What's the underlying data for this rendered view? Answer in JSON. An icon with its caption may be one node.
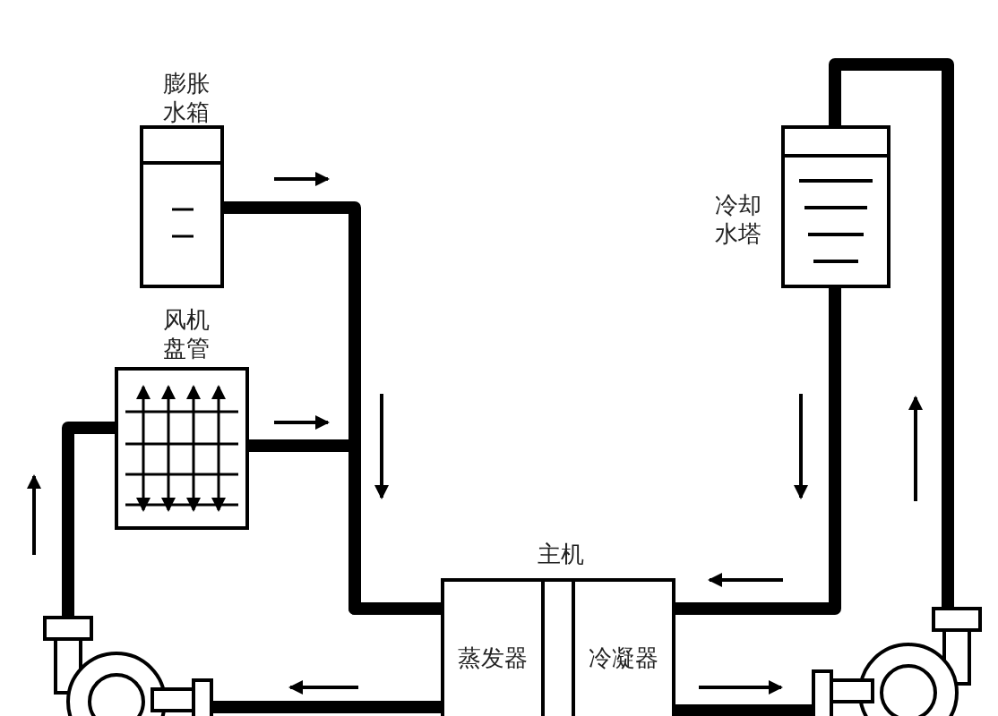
{
  "diagram": {
    "nodes": [
      {
        "text": [
          "主机"
        ]
      },
      {
        "text": [
          "蒸发器"
        ],
        "in": 0
      },
      {
        "text": [
          "冷凝器"
        ],
        "in": 0
      },
      {
        "text": [
          "膨胀水箱"
        ]
      },
      {
        "text": [
          "风机盘管"
        ]
      },
      {
        "text": [
          "冷却水塔"
        ]
      },
      {
        "text": [],
        "shape": "pump"
      },
      {
        "text": [],
        "shape": "pump"
      }
    ],
    "edges": [
      {
        "from": 3,
        "to": 1,
        "arrow": "none"
      },
      {
        "from": 4,
        "to": 1,
        "arrow": "none"
      },
      {
        "from": 1,
        "to": 6,
        "arrow": "none"
      },
      {
        "from": 6,
        "to": 4,
        "arrow": "none"
      },
      {
        "from": 2,
        "to": 7,
        "arrow": "none"
      },
      {
        "from": 7,
        "to": 5,
        "arrow": "none"
      },
      {
        "from": 5,
        "to": 2,
        "arrow": "none"
      }
    ]
  }
}
